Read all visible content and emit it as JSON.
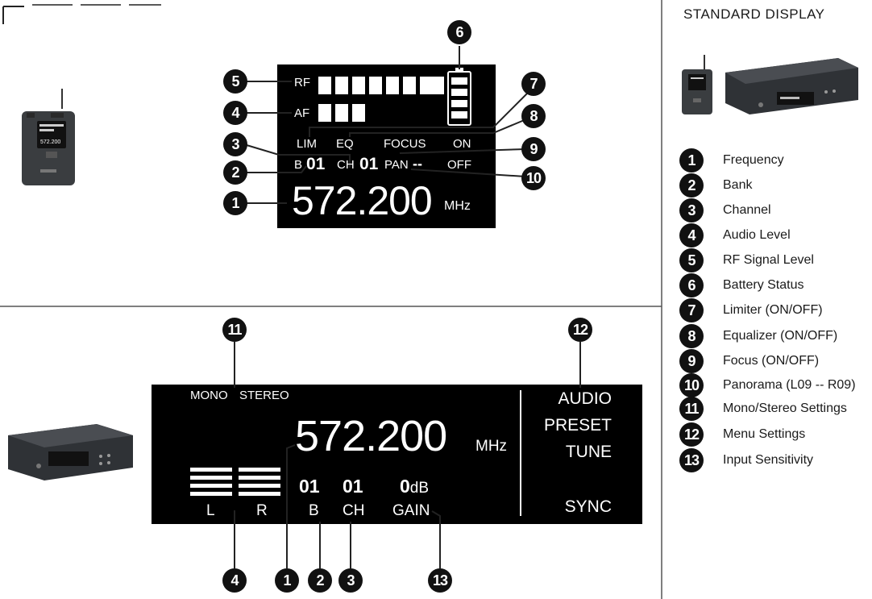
{
  "standard_display": {
    "title": "STANDARD DISPLAY",
    "legend": [
      {
        "num": "1",
        "label": "Frequency"
      },
      {
        "num": "2",
        "label": "Bank"
      },
      {
        "num": "3",
        "label": "Channel"
      },
      {
        "num": "4",
        "label": "Audio Level"
      },
      {
        "num": "5",
        "label": "RF Signal Level"
      },
      {
        "num": "6",
        "label": "Battery Status"
      },
      {
        "num": "7",
        "label": "Limiter (ON/OFF)"
      },
      {
        "num": "8",
        "label": "Equalizer (ON/OFF)"
      },
      {
        "num": "9",
        "label": "Focus  (ON/OFF)"
      },
      {
        "num": "10",
        "label": "Panorama (L09 -- R09)"
      },
      {
        "num": "11",
        "label": "Mono/Stereo Settings"
      },
      {
        "num": "12",
        "label": "Menu Settings"
      },
      {
        "num": "13",
        "label": "Input Sensitivity"
      }
    ]
  },
  "bodypack_display": {
    "rf_label": "RF",
    "af_label": "AF",
    "rf_level": 1.0,
    "af_level": 0.5,
    "lim": "LIM",
    "eq": "EQ",
    "focus": "FOCUS",
    "focus_value": "ON",
    "bank_prefix": "B",
    "bank": "01",
    "ch_prefix": "CH",
    "channel": "01",
    "pan": "PAN",
    "pan_value": "--",
    "pan_state": "OFF",
    "frequency": "572.200",
    "unit": "MHz",
    "callouts": [
      "5",
      "4",
      "3",
      "2",
      "1",
      "6",
      "7",
      "8",
      "9",
      "10"
    ]
  },
  "rack_display": {
    "mono": "MONO",
    "stereo": "STEREO",
    "frequency": "572.200",
    "unit": "MHz",
    "bank": "01",
    "bank_label": "B",
    "channel": "01",
    "channel_label": "CH",
    "gain_value": "0",
    "gain_unit": "dB",
    "gain_label": "GAIN",
    "left_label": "L",
    "right_label": "R",
    "menu": [
      "AUDIO",
      "PRESET",
      "TUNE",
      "SYNC"
    ],
    "callouts": [
      "11",
      "12",
      "4",
      "1",
      "2",
      "3",
      "13"
    ]
  },
  "bodypack_device": {
    "screen_line": "572.200"
  }
}
